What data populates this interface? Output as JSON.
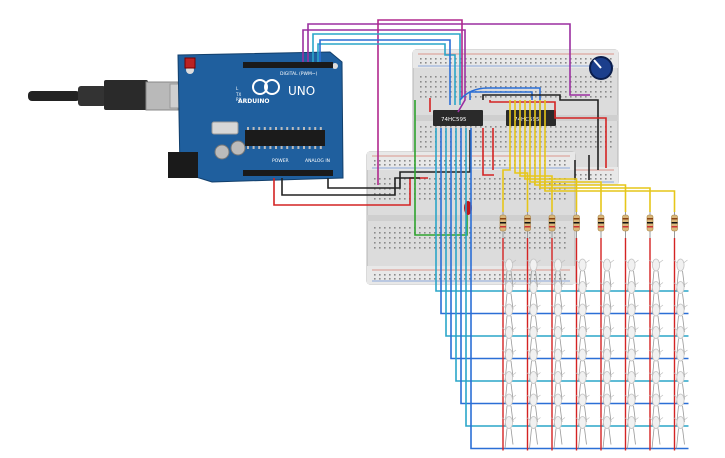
{
  "arduino": {
    "brand": "ARDUINO",
    "model": "UNO",
    "digital_label": "DIGITAL (PWM~)",
    "power_label": "POWER",
    "analog_label": "ANALOG IN",
    "tx_label": "TX",
    "rx_label": "RX",
    "l_label": "L",
    "color": "#1f5f9e"
  },
  "chips": [
    {
      "label": "74HC595"
    },
    {
      "label": "74HC595"
    }
  ],
  "wire_colors": {
    "purple": "#9b2fa0",
    "cyan": "#2aa6c9",
    "blue": "#2b6fd6",
    "yellow": "#e6c619",
    "red": "#d42323",
    "black": "#222222",
    "green": "#2ea32e",
    "magenta": "#b0288d"
  },
  "matrix": {
    "rows": 8,
    "cols": 8
  },
  "resistors": {
    "count": 8
  },
  "led": {
    "color": "#c0161b"
  }
}
